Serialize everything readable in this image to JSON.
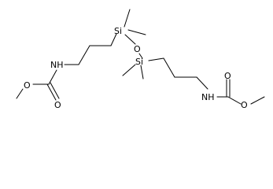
{
  "molecule": {
    "atoms": {
      "si_upper": "Si",
      "si_lower": "Si",
      "o_bridge": "O",
      "nh_left": "NH",
      "nh_right": "NH",
      "o_carbonyl_left": "O",
      "o_ester_left": "O",
      "o_carbonyl_right": "O",
      "o_ester_right": "O"
    },
    "colors": {
      "bond": "#000000",
      "atom_label": "#000000",
      "background": "#ffffff"
    }
  }
}
